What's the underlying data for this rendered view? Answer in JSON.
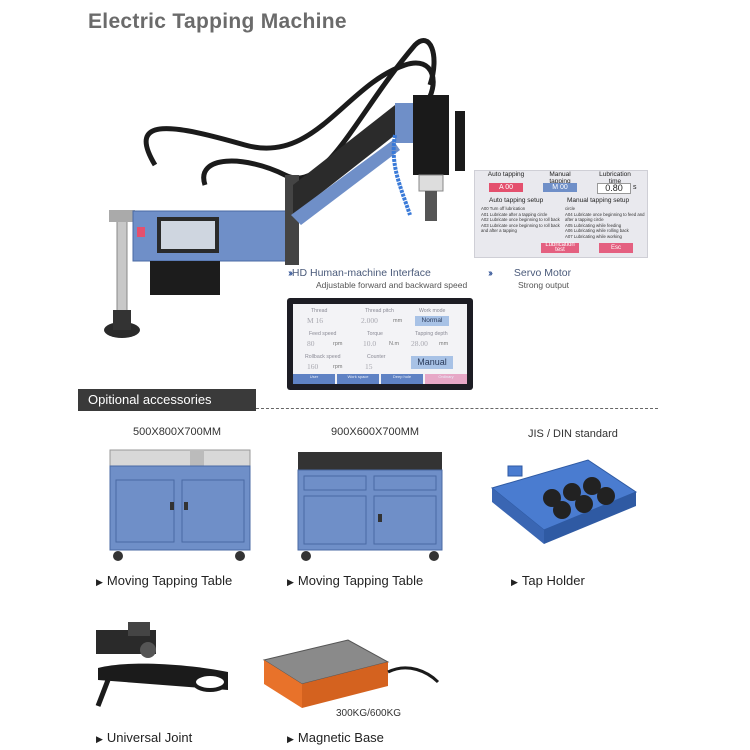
{
  "title": "Electric Tapping Machine",
  "settings_panel": {
    "auto_tapping": "Auto tapping",
    "auto_tapping_value": "A 00",
    "manual_tapping": "Manual tapping",
    "manual_tapping_value": "M 00",
    "lubrication_time": "Lubrication time",
    "lubrication_time_value": "0.80",
    "lubrication_time_unit": "s",
    "auto_tapping_setup": "Auto tapping setup",
    "manual_tapping_setup": "Manual tapping setup",
    "auto_lines": [
      "A00 Turn off lubrication",
      "A01 Lubricate after a tapping circle",
      "A02 Lubricate once beginning to roll back",
      "A03 Lubricate once beginning to roll back and after a tapping"
    ],
    "manual_lines": [
      "circle",
      "A04 Lubricate once beginning to feed and after a tapping circle",
      "A05 Lubricating while feeding",
      "A06 Lubricating while rolling back",
      "A07 Lubricating while working"
    ],
    "lubrication_test": "Lubrication test",
    "esc": "Esc"
  },
  "hd_interface": {
    "title": "HD Human-machine Interface",
    "subtitle": "Adjustable forward and backward speed"
  },
  "servo_motor": {
    "title": "Servo Motor",
    "subtitle": "Strong output"
  },
  "touch_screen": {
    "thread_label": "Thread",
    "thread_value": "M 16",
    "thread_pitch_label": "Thread pitch",
    "thread_pitch_value": "2.000",
    "thread_pitch_unit": "mm",
    "work_mode_label": "Work mode",
    "work_mode_value": "Normal",
    "feed_speed_label": "Feed speed",
    "feed_speed_value": "80",
    "feed_speed_unit": "rpm",
    "torque_label": "Torque",
    "torque_value": "10.0",
    "torque_unit": "N.m",
    "tapping_depth_label": "Tapping depth",
    "tapping_depth_value": "28.00",
    "tapping_depth_unit": "mm",
    "rollback_speed_label": "Rollback speed",
    "rollback_speed_value": "160",
    "rollback_speed_unit": "rpm",
    "counter_label": "Counter",
    "counter_value": "15",
    "manual_button": "Manual",
    "tabs": [
      "User",
      "Work space",
      "Deep hole",
      "Ordinary"
    ]
  },
  "accessories": {
    "banner": "Opitional accessories",
    "items": [
      {
        "dimension": "500X800X700MM",
        "name": "Moving Tapping Table"
      },
      {
        "dimension": "900X600X700MM",
        "name": "Moving Tapping Table"
      },
      {
        "dimension": "JIS / DIN  standard",
        "name": "Tap Holder"
      },
      {
        "dimension": "",
        "name": "Universal Joint"
      },
      {
        "dimension": "300KG/600KG",
        "name": "Magnetic Base"
      }
    ]
  },
  "colors": {
    "machine_blue": "#6f8fc8",
    "accent_red": "#e4506e",
    "banner_bg": "#3a3a3a",
    "screen_blue": "#5f82c4",
    "magnet_orange": "#e8722a"
  }
}
